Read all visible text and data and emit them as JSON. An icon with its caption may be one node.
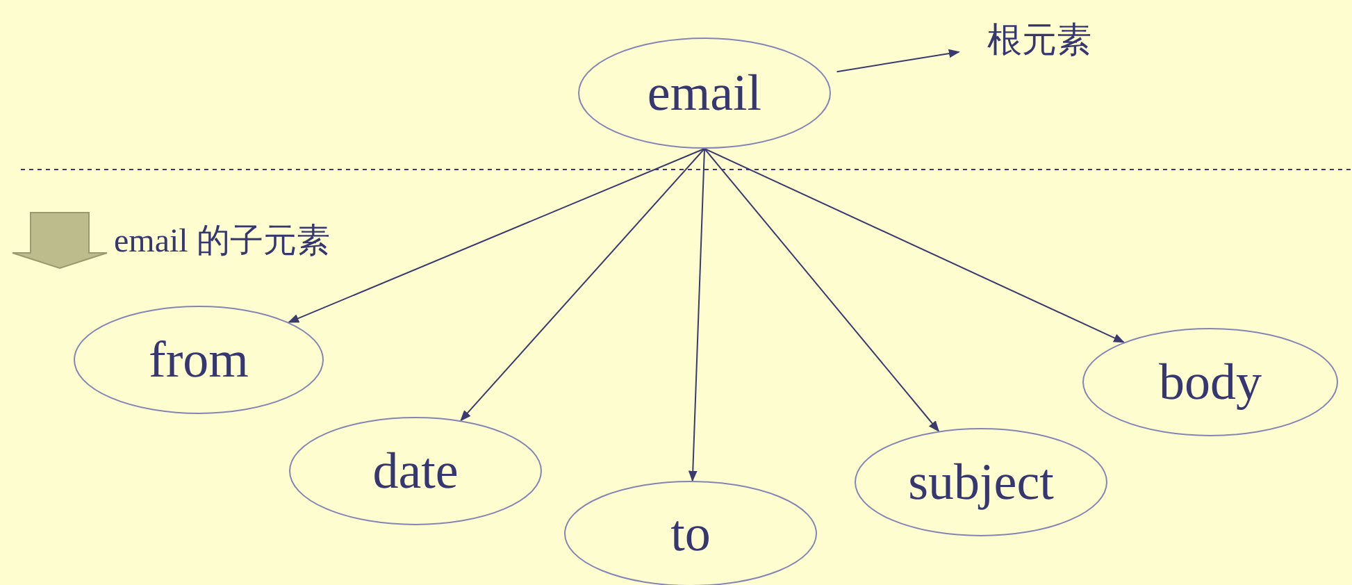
{
  "diagram": {
    "nodes": [
      {
        "text": [
          "email"
        ]
      },
      {
        "text": [
          "根元素"
        ]
      },
      {
        "text": [
          "from"
        ]
      },
      {
        "text": [
          "date"
        ]
      },
      {
        "text": [
          "to"
        ]
      },
      {
        "text": [
          "subject"
        ]
      },
      {
        "text": [
          "body"
        ]
      }
    ],
    "edges": [
      {
        "from": 0,
        "to": 1,
        "arrow": "to"
      },
      {
        "from": 0,
        "to": 2,
        "arrow": "to"
      },
      {
        "from": 0,
        "to": 3,
        "arrow": "to"
      },
      {
        "from": 0,
        "to": 4,
        "arrow": "to"
      },
      {
        "from": 0,
        "to": 5,
        "arrow": "to"
      },
      {
        "from": 0,
        "to": 6,
        "arrow": "to"
      }
    ],
    "labels": [
      "email 的子元素"
    ]
  }
}
